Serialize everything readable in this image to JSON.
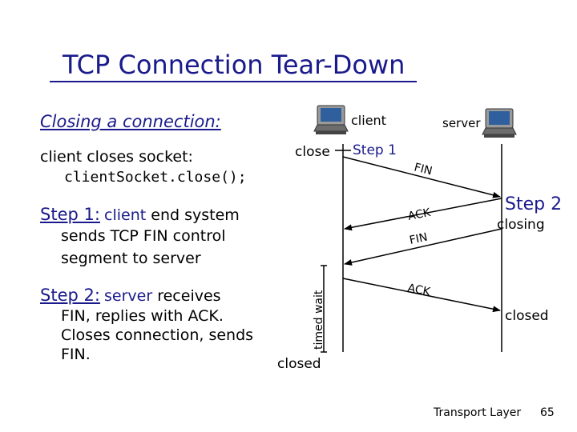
{
  "slide": {
    "title": "TCP Connection Tear-Down",
    "subheading": "Closing a connection:",
    "intro_line1": "client closes socket:",
    "intro_line2": "clientSocket.close();",
    "step1_label": "Step 1:",
    "step1_actor": "client",
    "step1_line1_rest": " end system",
    "step1_line2": "sends TCP FIN control",
    "step1_line3": "segment to server",
    "step2_label": "Step 2:",
    "step2_actor": "server",
    "step2_line1_rest": " receives",
    "step2_line2": "FIN, replies with ACK.",
    "step2_line3": "Closes connection, sends",
    "step2_line4": "FIN.",
    "footer_text": "Transport Layer",
    "page_number": "65"
  },
  "diagram": {
    "client_label": "client",
    "server_label": "server",
    "close_label": "close",
    "step1_tag": "Step 1",
    "step2_tag": "Step 2",
    "closing_label": "closing",
    "timed_wait_label": "timed wait",
    "client_closed_label": "closed",
    "server_closed_label": "closed",
    "messages": [
      "FIN",
      "ACK",
      "FIN",
      "ACK"
    ]
  },
  "colors": {
    "heading": "#1a1a8c",
    "text": "#000000"
  },
  "icons": {
    "client": "computer-icon",
    "server": "computer-icon"
  }
}
